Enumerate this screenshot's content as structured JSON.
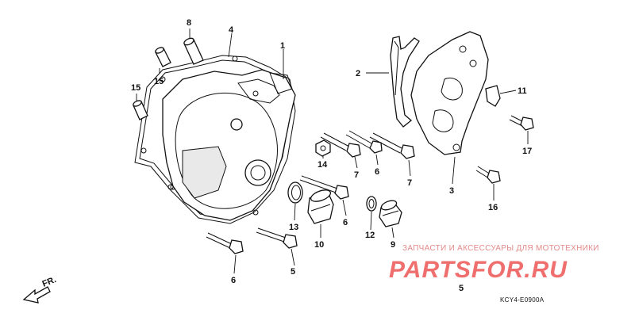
{
  "labels": {
    "p1": "1",
    "p2": "2",
    "p3": "3",
    "p4": "4",
    "p5a": "5",
    "p5b": "5",
    "p6a": "6",
    "p6b": "6",
    "p6c": "6",
    "p7a": "7",
    "p7b": "7",
    "p8": "8",
    "p9": "9",
    "p10": "10",
    "p11": "11",
    "p12": "12",
    "p13": "13",
    "p14": "14",
    "p15a": "15",
    "p15b": "15",
    "p16": "16",
    "p17": "17"
  },
  "front_marker": "FR.",
  "diagram_code": "KCY4-E0900A",
  "watermark": {
    "tagline": "ЗАПЧАСТИ И АКСЕССУАРЫ ДЛЯ МОТОТЕХНИКИ",
    "logo": "PARTSFOR.RU"
  },
  "colors": {
    "line": "#111111",
    "watermark": "#ef6e6e"
  }
}
